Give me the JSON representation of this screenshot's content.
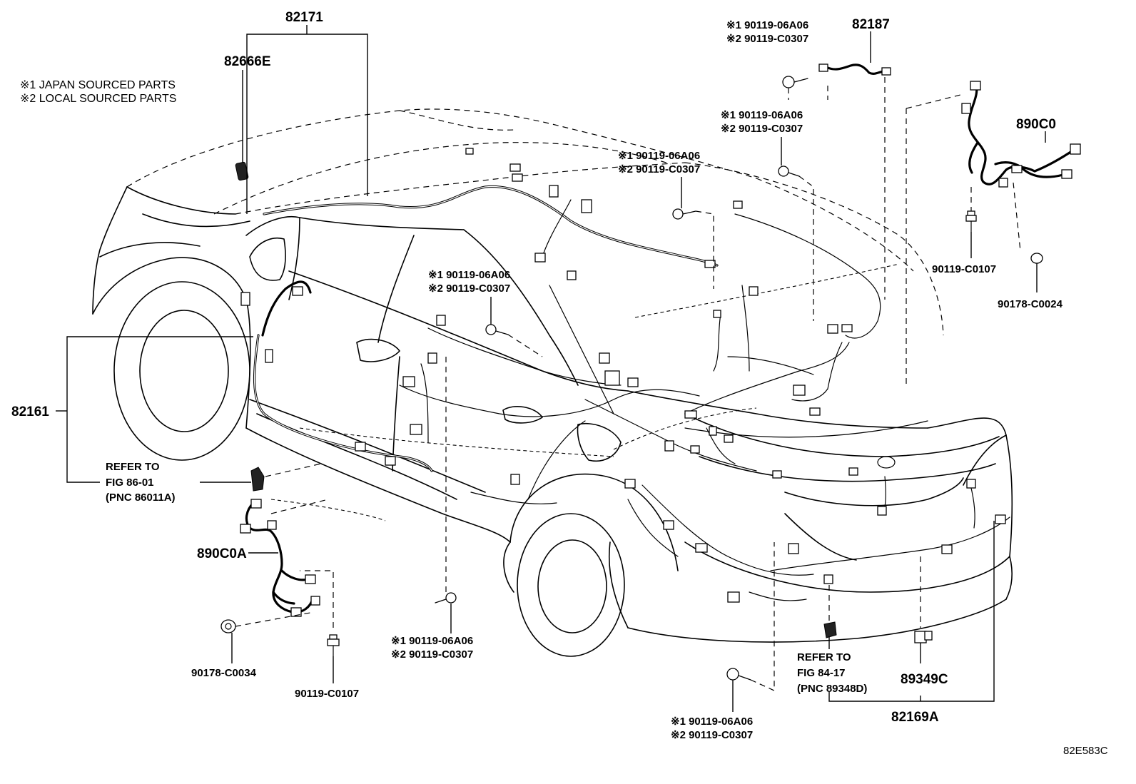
{
  "notes": {
    "japan": "※1 JAPAN SOURCED PARTS",
    "local": "※2 LOCAL SOURCED PARTS"
  },
  "callouts": {
    "p82171": "82171",
    "p82666E": "82666E",
    "p82187": "82187",
    "p890C0": "890C0",
    "p82161": "82161",
    "p890C0A": "890C0A",
    "p89349C": "89349C",
    "p82169A": "82169A",
    "p90119_C0107_right": "90119-C0107",
    "p90178_C0024": "90178-C0024",
    "p90178_C0034": "90178-C0034",
    "p90119_C0107_left": "90119-C0107"
  },
  "bolt_pairs": {
    "top_right": {
      "line1": "※1 90119-06A06",
      "line2": "※2 90119-C0307"
    },
    "upper_mid": {
      "line1": "※1 90119-06A06",
      "line2": "※2 90119-C0307"
    },
    "center": {
      "line1": "※1 90119-06A06",
      "line2": "※2 90119-C0307"
    },
    "left_mid": {
      "line1": "※1 90119-06A06",
      "line2": "※2 90119-C0307"
    },
    "bottom_mid": {
      "line1": "※1 90119-06A06",
      "line2": "※2 90119-C0307"
    },
    "bottom_right": {
      "line1": "※1 90119-06A06",
      "line2": "※2 90119-C0307"
    }
  },
  "references": {
    "left": {
      "line1": "REFER TO",
      "line2": "FIG 86-01",
      "line3": "(PNC 86011A)"
    },
    "rear": {
      "line1": "REFER TO",
      "line2": "FIG 84-17",
      "line3": "(PNC 89348D)"
    }
  },
  "figure_id": "82E583C"
}
